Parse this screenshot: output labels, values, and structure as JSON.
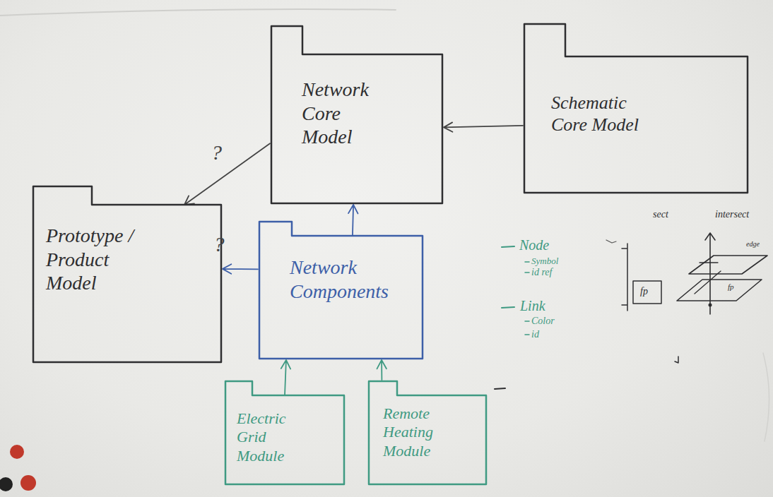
{
  "diagram": {
    "nodes": [
      {
        "text": [
          "Network Core Model"
        ]
      },
      {
        "text": [
          "Schematic Core Model"
        ]
      },
      {
        "text": [
          "Prototype / Product Model"
        ]
      },
      {
        "text": [
          "Network Components"
        ]
      },
      {
        "text": [
          "Electric Grid Module"
        ]
      },
      {
        "text": [
          "Remote Heating Module"
        ]
      }
    ],
    "edges": [
      {
        "from": 1,
        "to": 0,
        "arrow": "to"
      },
      {
        "from": 0,
        "to": 2,
        "label": "?",
        "arrow": "to"
      },
      {
        "from": 3,
        "to": 2,
        "label": "?",
        "arrow": "to"
      },
      {
        "from": 3,
        "to": 0,
        "arrow": "to"
      },
      {
        "from": 4,
        "to": 3,
        "arrow": "to"
      },
      {
        "from": 5,
        "to": 3,
        "arrow": "to"
      }
    ],
    "labels": [
      "Node",
      "Symbol",
      "id ref",
      "Link",
      "Color",
      "id",
      "sect",
      "intersect",
      "fp",
      "fp",
      "edge"
    ]
  }
}
